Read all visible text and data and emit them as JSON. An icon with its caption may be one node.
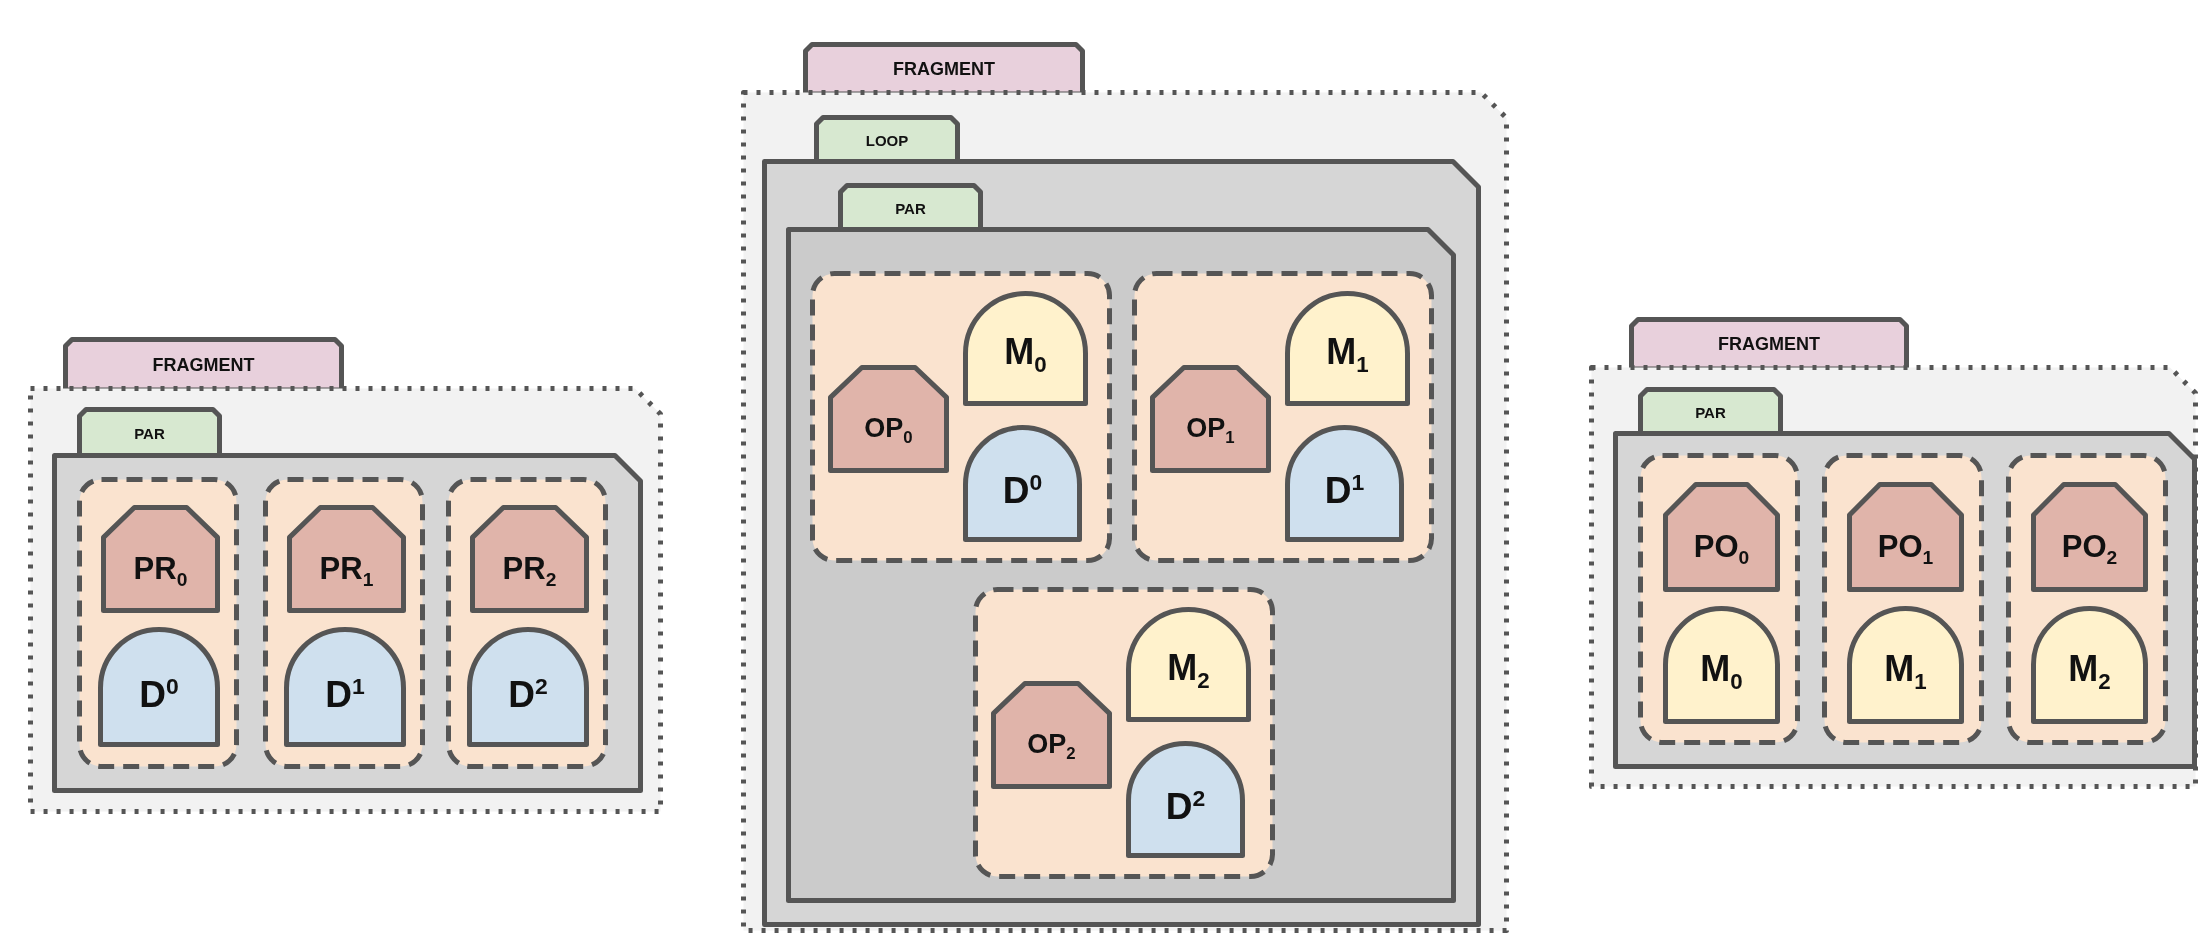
{
  "diagram": {
    "nodes": [
      {
        "text": [
          "FRAGMENT"
        ]
      },
      {
        "text": [
          "PAR"
        ],
        "in": 0
      },
      {
        "text": [],
        "shape": "box",
        "in": 1
      },
      {
        "text": [
          "PR$_{0}$"
        ],
        "in": 2
      },
      {
        "text": [
          "D$^{0}$"
        ],
        "in": 2
      },
      {
        "text": [],
        "shape": "box",
        "in": 1
      },
      {
        "text": [
          "PR$_{1}$"
        ],
        "in": 5
      },
      {
        "text": [
          "D$^{1}$"
        ],
        "in": 5
      },
      {
        "text": [],
        "shape": "box",
        "in": 1
      },
      {
        "text": [
          "PR$_{2}$"
        ],
        "in": 8
      },
      {
        "text": [
          "D$^{2}$"
        ],
        "in": 8
      },
      {
        "text": [
          "FRAGMENT"
        ]
      },
      {
        "text": [
          "LOOP"
        ],
        "in": 11
      },
      {
        "text": [
          "PAR"
        ],
        "in": 12
      },
      {
        "text": [],
        "shape": "box",
        "in": 13
      },
      {
        "text": [
          "OP$_{0}$"
        ],
        "in": 14
      },
      {
        "text": [
          "M$_{0}$"
        ],
        "in": 14
      },
      {
        "text": [
          "D$^{0}$"
        ],
        "in": 14
      },
      {
        "text": [],
        "shape": "box",
        "in": 13
      },
      {
        "text": [
          "OP$_{1}$"
        ],
        "in": 18
      },
      {
        "text": [
          "M$_{1}$"
        ],
        "in": 18
      },
      {
        "text": [
          "D$^{1}$"
        ],
        "in": 18
      },
      {
        "text": [],
        "shape": "box",
        "in": 13
      },
      {
        "text": [
          "OP$_{2}$"
        ],
        "in": 22
      },
      {
        "text": [
          "M$_{2}$"
        ],
        "in": 22
      },
      {
        "text": [
          "D$^{2}$"
        ],
        "in": 22
      },
      {
        "text": [
          "FRAGMENT"
        ]
      },
      {
        "text": [
          "PAR"
        ],
        "in": 26
      },
      {
        "text": [],
        "shape": "box",
        "in": 27
      },
      {
        "text": [
          "PO$_{0}$"
        ],
        "in": 28
      },
      {
        "text": [
          "M$_{0}$"
        ],
        "in": 28
      },
      {
        "text": [],
        "shape": "box",
        "in": 27
      },
      {
        "text": [
          "PO$_{1}$"
        ],
        "in": 31
      },
      {
        "text": [
          "M$_{1}$"
        ],
        "in": 31
      },
      {
        "text": [],
        "shape": "box",
        "in": 27
      },
      {
        "text": [
          "PO$_{2}$"
        ],
        "in": 34
      },
      {
        "text": [
          "M$_{2}$"
        ],
        "in": 34
      }
    ]
  }
}
